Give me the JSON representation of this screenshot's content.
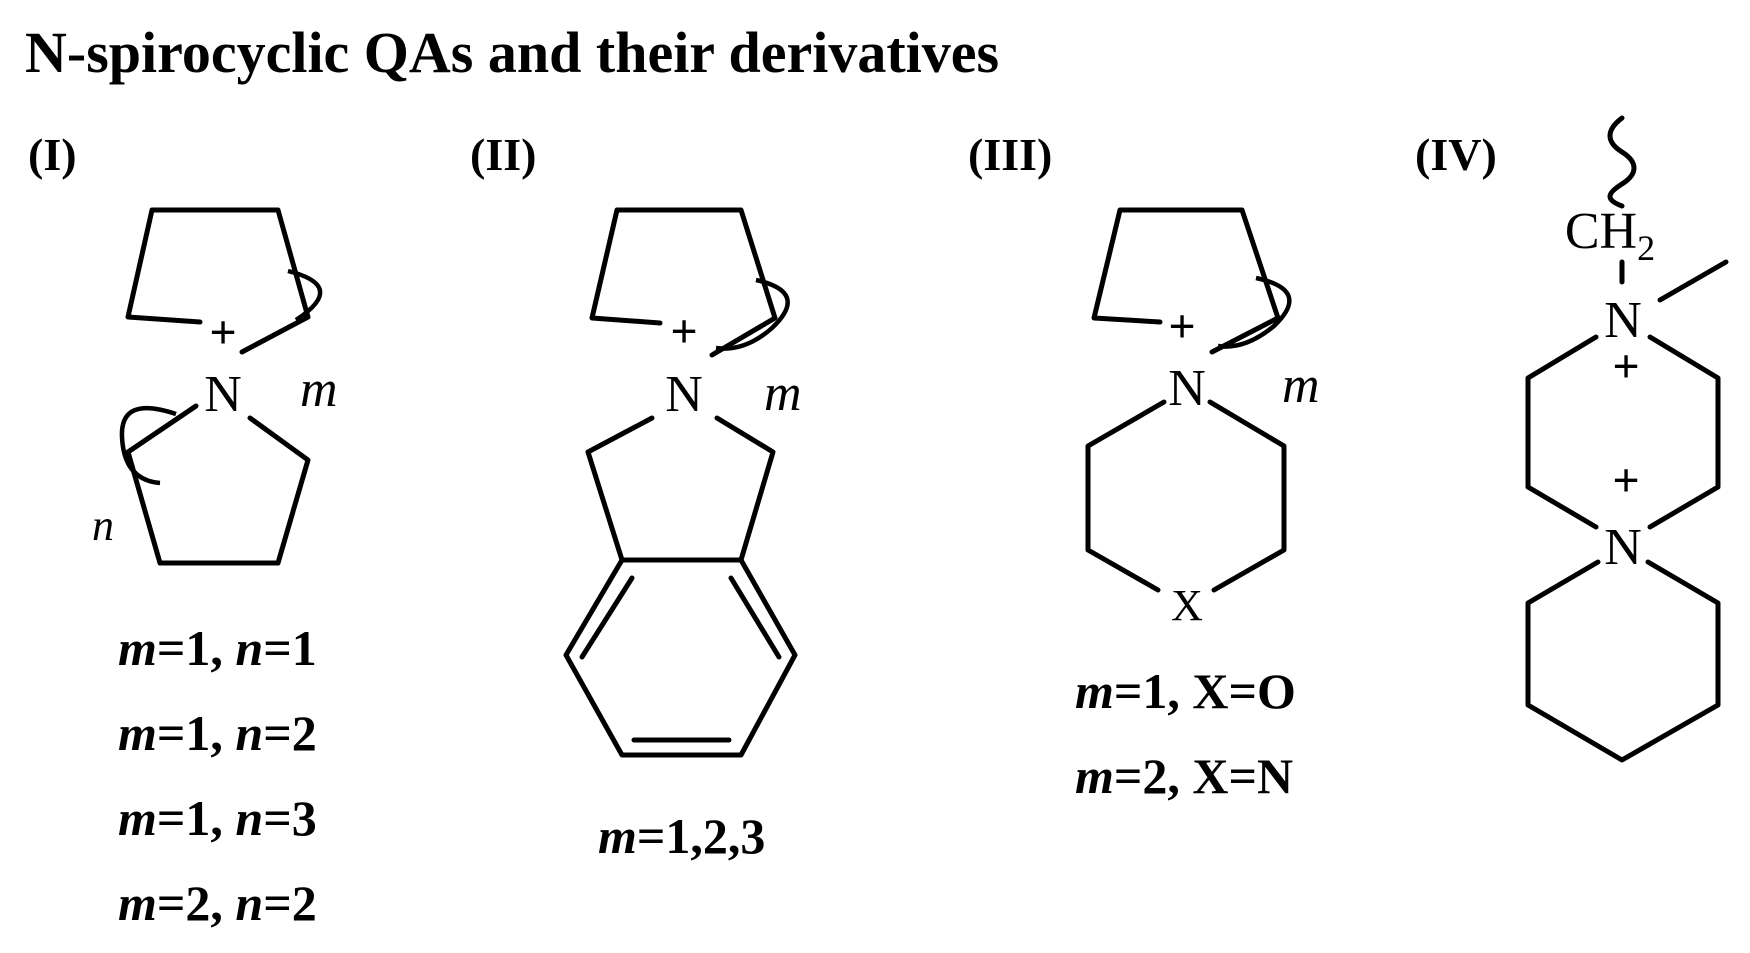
{
  "title": "N-spirocyclic QAs and their derivatives",
  "panels": [
    {
      "label": "(I)",
      "atom": "N",
      "charge": "+",
      "index_m": "m",
      "index_n": "n",
      "conditions": [
        {
          "m": "1",
          "n": "1"
        },
        {
          "m": "1",
          "n": "2"
        },
        {
          "m": "1",
          "n": "3"
        },
        {
          "m": "2",
          "n": "2"
        }
      ]
    },
    {
      "label": "(II)",
      "atom": "N",
      "charge": "+",
      "index_m": "m",
      "condition": {
        "m": "1,2,3"
      }
    },
    {
      "label": "(III)",
      "atom": "N",
      "hetero_atom": "X",
      "charge": "+",
      "index_m": "m",
      "conditions": [
        {
          "m": "1",
          "x": "O"
        },
        {
          "m": "2",
          "x": "N"
        }
      ]
    },
    {
      "label": "(IV)",
      "atom_top": "N",
      "atom_bottom": "N",
      "charge_top": "+",
      "charge_bottom": "+",
      "substituent": "CH",
      "substituent_subscript": "2"
    }
  ],
  "text": {
    "eq": "=",
    "comma": ", ",
    "m_var": "m",
    "n_var": "n",
    "x_var": "X"
  }
}
